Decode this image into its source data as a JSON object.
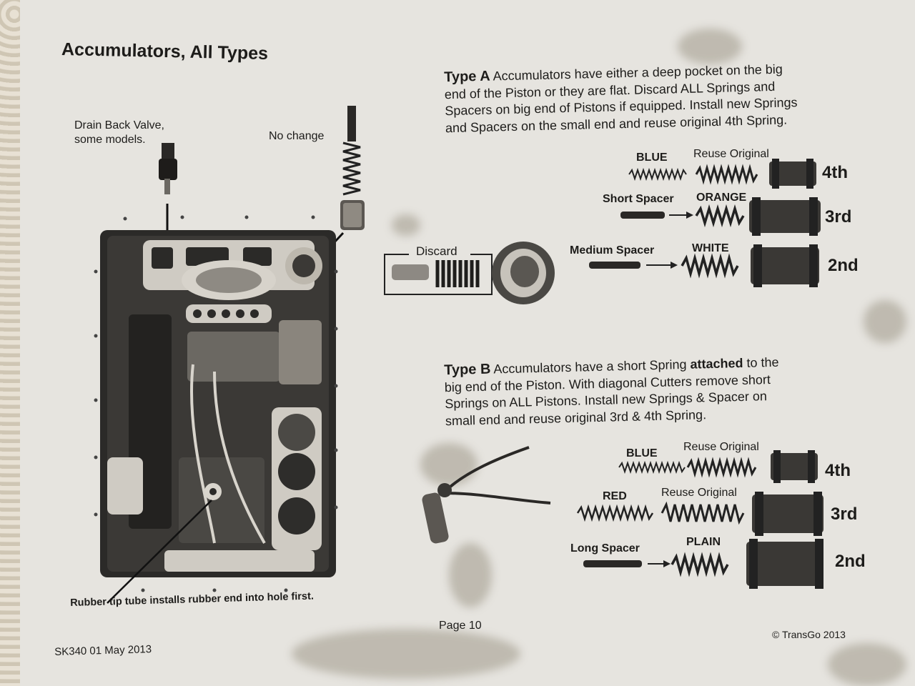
{
  "title": "Accumulators, All Types",
  "labels": {
    "drain_back_line1": "Drain Back Valve,",
    "drain_back_line2": "some models.",
    "no_change": "No change",
    "rubber_tip": "Rubber tip tube installs rubber end into hole first.",
    "discard": "Discard"
  },
  "type_a": {
    "heading": "Type A",
    "lines": [
      "Accumulators have either a deep pocket on the big",
      "end of the Piston or they are flat.  Discard ALL Springs and",
      "Spacers on big end of Pistons if equipped.  Install new Springs",
      "and Spacers on the small end and reuse original 4th Spring."
    ],
    "rows": [
      {
        "left": "BLUE",
        "right": "Reuse  Original",
        "gear": "4th"
      },
      {
        "left": "Short Spacer",
        "right": "ORANGE",
        "gear": "3rd"
      },
      {
        "left": "Medium Spacer",
        "right": "WHITE",
        "gear": "2nd"
      }
    ]
  },
  "type_b": {
    "heading": "Type B",
    "line1_pre": "Accumulators have a short Spring ",
    "line1_bold": "attached",
    "line1_post": " to the",
    "lines": [
      "big end of the Piston.  With diagonal Cutters remove short",
      "Springs on ALL Pistons.  Install new Springs & Spacer on",
      "small end and reuse original 3rd & 4th Spring."
    ],
    "rows": [
      {
        "left": "BLUE",
        "right": "Reuse Original",
        "gear": "4th"
      },
      {
        "left": "RED",
        "right": "Reuse Original",
        "gear": "3rd"
      },
      {
        "left": "Long Spacer",
        "right": "PLAIN",
        "gear": "2nd"
      }
    ]
  },
  "footer": {
    "page": "Page  10",
    "copyright": "© TransGo 2013",
    "code": "SK340 01 May 2013"
  }
}
